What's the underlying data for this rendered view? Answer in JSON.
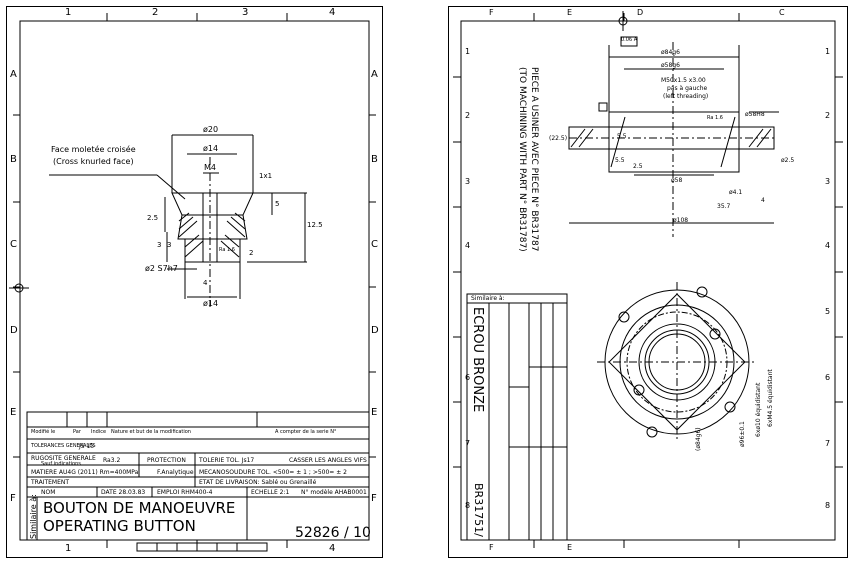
{
  "left_sheet": {
    "col_labels": [
      "1",
      "2",
      "3",
      "4"
    ],
    "row_labels": [
      "A",
      "B",
      "C",
      "D",
      "E",
      "F"
    ],
    "annotation_fr": "Face moletée croisée",
    "annotation_en": "(Cross knurled face)",
    "dims": {
      "d20": "ø20",
      "d14_top": "ø14",
      "m4": "M4",
      "d14_bottom": "ø14",
      "d2": "ø2  S7h7",
      "ra": "Ra 1.6",
      "v1x1": "1x1",
      "v5": "5",
      "v12_5": "12.5",
      "v2_5": "2.5",
      "v3": "3",
      "v3b": "3",
      "v4": "4",
      "v2": "2"
    },
    "title_block": {
      "modif": "Modifié le",
      "par": "Par",
      "indice": "Indice",
      "nature": "Nature et but de la modification",
      "a_compter": "A compter de la serie N°",
      "tolerances": "TOLERANCES GENERALES",
      "js13": "JS 13",
      "rugosite": "RUGOSITE GENERALE",
      "sauf": "Sauf indications",
      "ra32": "Ra3.2",
      "protection": "PROTECTION",
      "tolerie": "TOLERIE TOL. Js17",
      "casser": "CASSER LES ANGLES VIFS",
      "matiere": "MATIERE AU4G (2011) Rm=400MPa",
      "fanalytique": "F.Analytique",
      "meca": "MECANOSOUDURE  TOL. <500= ± 1 ; >500= ± 2",
      "traitement": "TRAITEMENT",
      "etat": "ETAT DE LIVRAISON: Sablé ou Grenaillé",
      "nom": "NOM",
      "date": "DATE 28.03.83",
      "emploi": "EMPLOI RHM400-4",
      "echelle": "ECHELLE  2:1",
      "modele": "N° modèle AHAB0001",
      "title_fr": "BOUTON DE MANOEUVRE",
      "title_en": "OPERATING BUTTON",
      "similaire": "Similaire à:",
      "number": "52826 / 10"
    }
  },
  "right_sheet": {
    "col_labels": [
      "F",
      "E",
      "D",
      "C"
    ],
    "row_labels": [
      "1",
      "2",
      "3",
      "4",
      "5",
      "6",
      "7",
      "8"
    ],
    "note_fr": "PIECE A USINER AVEC PIECE N° BR31787",
    "note_en": "(TO MACHINING WITH PART N° BR31787)",
    "dims": {
      "d84": "ø84g6",
      "d58": "ø58g6",
      "m50": "M50x1.5 x3.00",
      "pas": "pas à gauche",
      "left": "(left threading)",
      "d58h8": "ø58H8",
      "d58b": "ø58",
      "d108": "ø108",
      "d41": "ø4.1",
      "d357": "35.7",
      "v4": "4",
      "v25": "ø2.5",
      "v225": "(22.5)",
      "v55": "5.5",
      "v55b": "5.5",
      "v25b": "2.5",
      "ra16": "Ra 1.6",
      "flat": "0.06 A",
      "holes": "6xM4.5 équidistant",
      "holes2": "6xø10 équidistant",
      "pcd": "ø96±0.1",
      "d84b": "(ø84g6)"
    },
    "title_block": {
      "similaire": "Similaire à:",
      "title_fr": "ECROU BRONZE",
      "number": "BR31751/"
    }
  }
}
